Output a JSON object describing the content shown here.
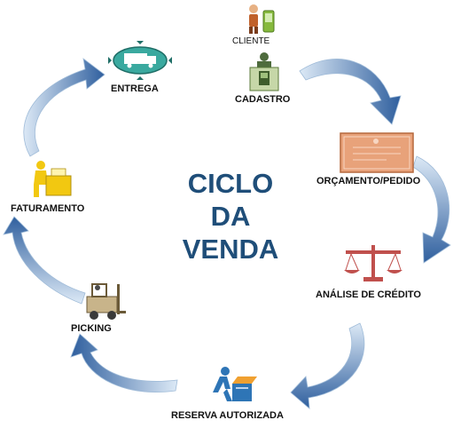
{
  "diagram": {
    "title_lines": [
      "CICLO",
      "DA",
      "VENDA"
    ],
    "steps": [
      {
        "label": "CLIENTE",
        "icon": "person-phone-icon"
      },
      {
        "label": "CADASTRO",
        "icon": "desk-computer-icon"
      },
      {
        "label": "ORÇAMENTO/PEDIDO",
        "icon": "certificate-document-icon"
      },
      {
        "label": "ANÁLISE DE CRÉDITO",
        "icon": "balance-scale-icon"
      },
      {
        "label": "RESERVA AUTORIZADA",
        "icon": "person-box-icon"
      },
      {
        "label": "PICKING",
        "icon": "forklift-icon"
      },
      {
        "label": "FATURAMENTO",
        "icon": "person-desk-icon"
      },
      {
        "label": "ENTREGA",
        "icon": "truck-badge-icon"
      }
    ],
    "colors": {
      "title": "#1f4e79",
      "arrow_light": "#dce9f6",
      "arrow_dark": "#2f5f9e",
      "truck_badge": "#3aa99f",
      "certificate": "#e8a27a",
      "scale": "#c0504d",
      "box": "#2e75b6",
      "person": "#f2c811",
      "forklift": "#c8b48a"
    }
  }
}
